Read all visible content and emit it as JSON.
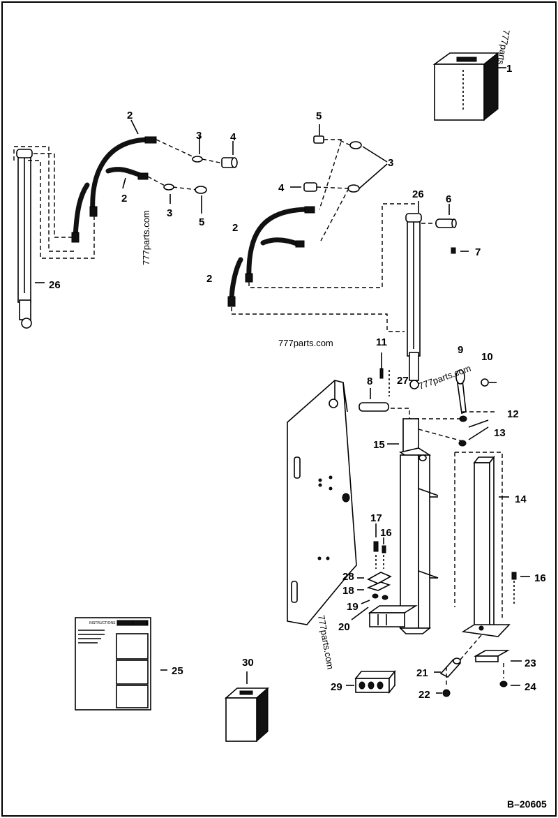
{
  "drawing_number": "B–20605",
  "watermarks": [
    "777parts.com",
    "777parts.com",
    "777parts.com",
    "777parts.com",
    "777parts"
  ],
  "callouts": {
    "c1": "1",
    "c2a": "2",
    "c2b": "2",
    "c2c": "2",
    "c2d": "2",
    "c3a": "3",
    "c3b": "3",
    "c3c": "3",
    "c4a": "4",
    "c4b": "4",
    "c5a": "5",
    "c5b": "5",
    "c6": "6",
    "c7": "7",
    "c8": "8",
    "c9": "9",
    "c10": "10",
    "c11": "11",
    "c12": "12",
    "c13": "13",
    "c14": "14",
    "c15": "15",
    "c16a": "16",
    "c16b": "16",
    "c17": "17",
    "c18": "18",
    "c19": "19",
    "c20": "20",
    "c21": "21",
    "c22": "22",
    "c23": "23",
    "c24": "24",
    "c25": "25",
    "c26a": "26",
    "c26b": "26",
    "c27": "27",
    "c28": "28",
    "c29": "29",
    "c30": "30"
  },
  "instruction_sheet_title": "INSTRUCTIONS"
}
